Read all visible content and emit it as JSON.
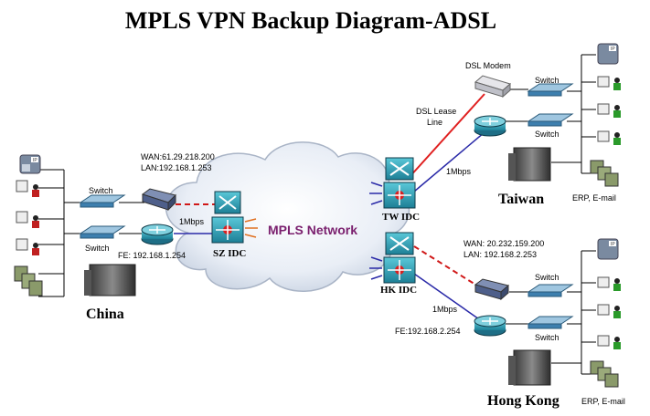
{
  "title": "MPLS VPN Backup Diagram-ADSL",
  "cloud_label": "MPLS Network",
  "colors": {
    "mpls_text": "#7a1f6e",
    "adsl_line": "#e02020",
    "mpls_line": "#2a2aa8",
    "backup_dash": "#d01818"
  },
  "china": {
    "name": "China",
    "idc": "SZ IDC",
    "wan": "WAN:61.29.218.200",
    "lan": "LAN:192.168.1.253",
    "bandwidth": "1Mbps",
    "fe": "FE: 192.168.1.254",
    "switch_top": "Switch",
    "switch_bottom": "Switch"
  },
  "taiwan": {
    "name": "Taiwan",
    "idc": "TW IDC",
    "modem": "DSL Modem",
    "lease_line": [
      "DSL Lease",
      "Line"
    ],
    "bandwidth": "1Mbps",
    "switch_top": "Switch",
    "switch_bottom": "Switch",
    "erp": "ERP, E-mail"
  },
  "hongkong": {
    "name": "Hong Kong",
    "idc": "HK IDC",
    "wan": "WAN: 20.232.159.200",
    "lan": "LAN: 192.168.2.253",
    "bandwidth": "1Mbps",
    "fe": "FE:192.168.2.254",
    "switch_top": "Switch",
    "switch_bottom": "Switch",
    "erp": "ERP, E-mail"
  }
}
